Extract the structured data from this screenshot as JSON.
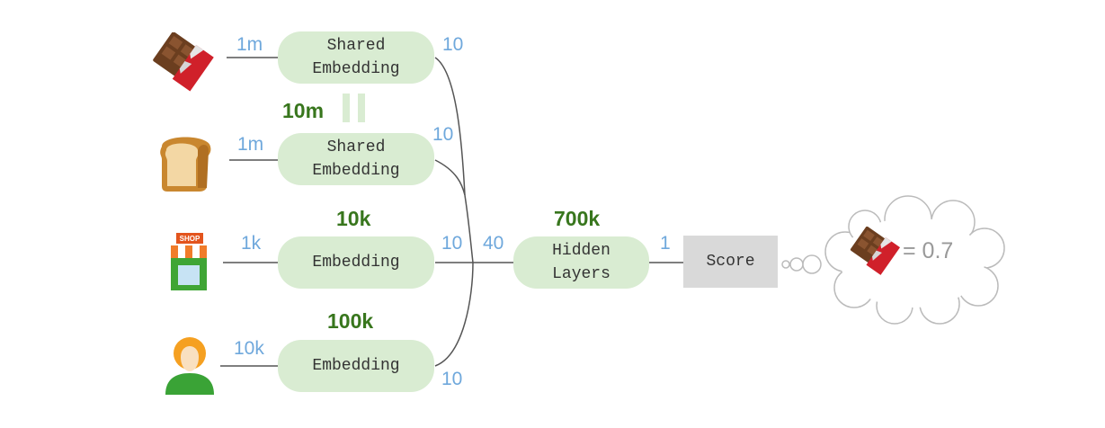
{
  "inputs": [
    {
      "icon": "chocolate-bar-icon",
      "dim_in": "1m",
      "box_label": "Shared\nEmbedding",
      "dim_out": "10"
    },
    {
      "icon": "bread-icon",
      "dim_in": "1m",
      "box_label": "Shared\nEmbedding",
      "dim_out": "10"
    },
    {
      "icon": "shop-icon",
      "dim_in": "1k",
      "box_label": "Embedding",
      "dim_out": "10",
      "params": "10k"
    },
    {
      "icon": "user-icon",
      "dim_in": "10k",
      "box_label": "Embedding",
      "dim_out": "10",
      "params": "100k"
    }
  ],
  "shared": {
    "params": "10m"
  },
  "hidden": {
    "dim_in": "40",
    "label": "Hidden\nLayers",
    "params": "700k",
    "dim_out": "1"
  },
  "score": {
    "label": "Score"
  },
  "thought": {
    "icon": "chocolate-bar-icon",
    "value": "= 0.7"
  },
  "colors": {
    "dim": "#6fa8dc",
    "params": "#38761d",
    "box": "#d9ecd2",
    "score_box": "#d9d9d9",
    "line": "#555555"
  }
}
